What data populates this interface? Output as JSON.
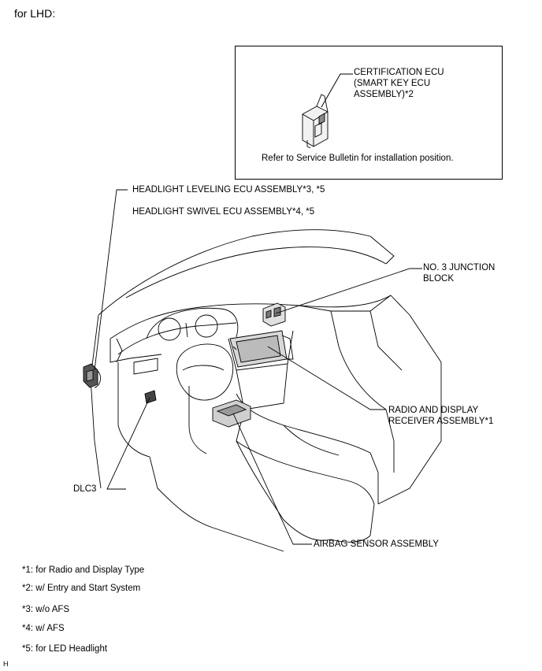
{
  "heading": "for LHD:",
  "inset": {
    "ecu_label_lines": [
      "CERTIFICATION ECU",
      "(SMART KEY ECU",
      "ASSEMBLY)*2"
    ],
    "note": "Refer to Service Bulletin for installation position."
  },
  "callouts": {
    "headlight_leveling": "HEADLIGHT LEVELING ECU ASSEMBLY*3, *5",
    "headlight_swivel": "HEADLIGHT SWIVEL ECU ASSEMBLY*4, *5",
    "junction_block_lines": [
      "NO. 3 JUNCTION",
      "BLOCK"
    ],
    "radio_lines": [
      "RADIO AND DISPLAY",
      "RECEIVER ASSEMBLY*1"
    ],
    "dlc3": "DLC3",
    "airbag": "AIRBAG SENSOR ASSEMBLY"
  },
  "footnotes": [
    "*1: for Radio and Display Type",
    "*2: w/ Entry and Start System",
    "*3: w/o AFS",
    "*4: w/ AFS",
    "*5: for LED Headlight"
  ],
  "figure_id": "H"
}
